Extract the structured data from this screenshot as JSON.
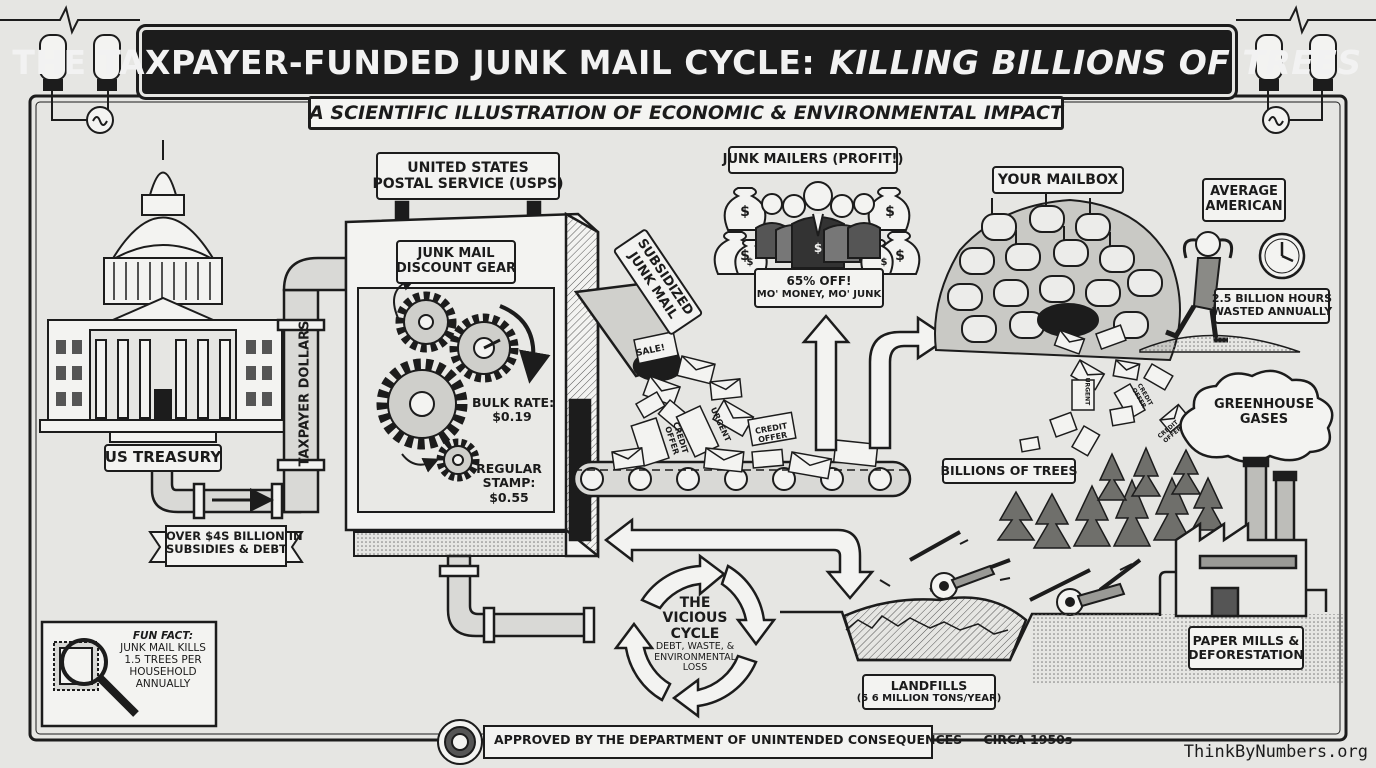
{
  "header": {
    "title_part1": "THE TAXPAYER-FUNDED JUNK MAIL CYCLE:",
    "title_part2": "KILLING BILLIONS OF TREES",
    "subtitle": "A SCIENTIFIC ILLUSTRATION OF ECONOMIC & ENVIRONMENTAL IMPACT"
  },
  "treasury": {
    "label": "US TREASURY",
    "subsidy_line1": "OVER $4S BILLION IN",
    "subsidy_line2": "SUBSIDIES & DEBT"
  },
  "pipe": {
    "label": "TAXPAYER DOLLARS"
  },
  "usps": {
    "label_line1": "UNITED STATES",
    "label_line2": "POSTAL SERVICE (USPS)",
    "gear_line1": "JUNK MAIL",
    "gear_line2": "DISCOUNT GEAR",
    "bulk_line1": "BULK RATE:",
    "bulk_line2": "$0.19",
    "regular_line1": "REGULAR",
    "regular_line2": "STAMP:",
    "regular_line3": "$0.55"
  },
  "chute": {
    "label_line1": "SUBSIDIZED",
    "label_line2": "JUNK MAIL"
  },
  "envelopes": {
    "sale": "SALE!",
    "credit_offer_1": "CREDIT OFFER",
    "credit_offer_2": "CREDIT OFFER",
    "urgent": "URGENT",
    "credit_offer_3": "CREDIT OFFER",
    "urgent_2": "URGENT",
    "credit_offer_4": "CREDIT OFFER"
  },
  "mailers": {
    "label": "JUNK MAILERS (PROFIT!)",
    "banner_line1": "65% OFF!",
    "banner_line2": "MO' MONEY, MO' JUNK"
  },
  "mailbox": {
    "label": "YOUR MAILBOX"
  },
  "american": {
    "label_line1": "AVERAGE",
    "label_line2": "AMERICAN",
    "hours_line1": "2.5 BILLION HOURS",
    "hours_line2": "WASTED ANNUALLY"
  },
  "greenhouse": {
    "line1": "GREENHOUSE",
    "line2": "GASES"
  },
  "trees": {
    "label": "BILLIONS OF TREES"
  },
  "cycle": {
    "line1": "THE",
    "line2": "VICIOUS",
    "line3": "CYCLE",
    "sub_line1": "DEBT, WASTE, &",
    "sub_line2": "ENVIRONMENTAL",
    "sub_line3": "LOSS"
  },
  "landfill": {
    "line1": "LANDFILLS",
    "line2": "(5 6 MILLION TONS/YEAR)"
  },
  "paper_mills": {
    "line1": "PAPER MILLS &",
    "line2": "DEFORESTATION"
  },
  "fun_fact": {
    "heading": "FUN FACT:",
    "line1": "JUNK MAIL KILLS",
    "line2": "1.5 TREES PER",
    "line3": "HOUSEHOLD",
    "line4": "ANNUALLY"
  },
  "footer": {
    "approval": "APPROVED BY THE DEPARTMENT OF UNINTENDED CONSEQUENCES — CIRCA 1950s"
  },
  "watermark": "ThinkByNumbers.org",
  "colors": {
    "ink": "#1c1c1c",
    "paper": "#e6e6e3",
    "panel": "#f3f3f1",
    "shade": "#9a9a96"
  }
}
